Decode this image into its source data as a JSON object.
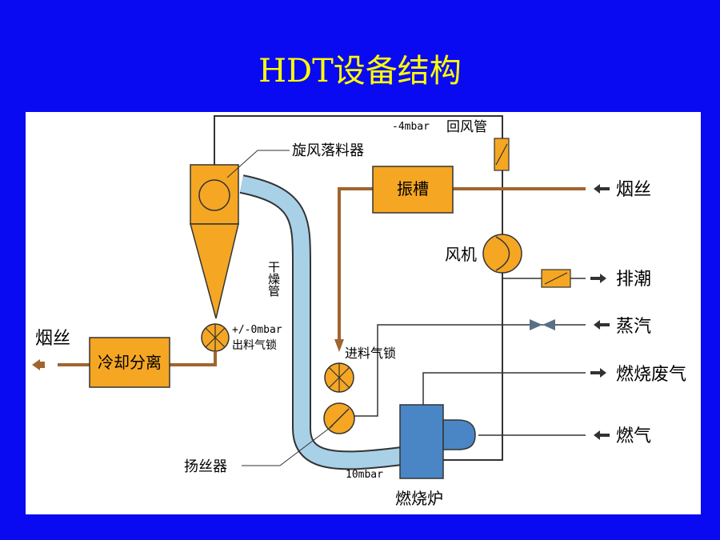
{
  "title": "HDT设备结构",
  "colors": {
    "background": "#0a0af2",
    "title": "#ffff00",
    "equipment": "#f5a623",
    "duct": "#a8d1e8",
    "furnace": "#4a86c5",
    "tobacco_line": "#a0652f",
    "steam_valve": "#5a6f86",
    "outline": "#333333"
  },
  "labels": {
    "cyclone": "旋风落料器",
    "return_pressure": "-4mbar",
    "return_pipe": "回风管",
    "vibrating_trough": "振槽",
    "tobacco_in": "烟丝",
    "fan": "风机",
    "exhaust": "排潮",
    "steam": "蒸汽",
    "combustion_exhaust": "燃烧废气",
    "gas": "燃气",
    "furnace": "燃烧炉",
    "bottom_pressure": "10mbar",
    "spreader": "扬丝器",
    "inlet_airlock": "进料气锁",
    "outlet_pressure": "+/-0mbar",
    "outlet_airlock": "出料气锁",
    "drying_pipe": "干燥管",
    "cooling_separator": "冷却分离",
    "tobacco_out": "烟丝"
  }
}
